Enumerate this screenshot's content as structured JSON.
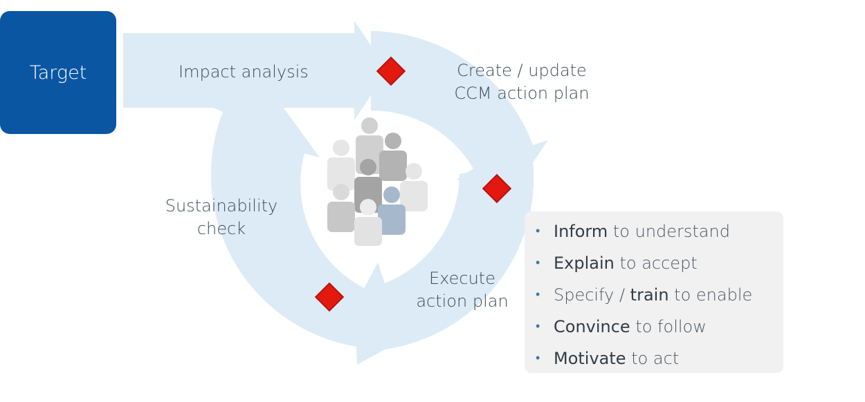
{
  "target": {
    "label": "Target"
  },
  "stages": {
    "impact": "Impact analysis",
    "create_line1": "Create / update",
    "create_line2": "CCM action plan",
    "sustain_line1": "Sustainability",
    "sustain_line2": "check",
    "execute_line1": "Execute",
    "execute_line2": "action plan"
  },
  "info_list": [
    {
      "pre": "",
      "keyword": "Inform",
      "post": " to understand"
    },
    {
      "pre": "",
      "keyword": "Explain",
      "post": " to accept"
    },
    {
      "pre": "Specify / ",
      "keyword": "train",
      "post": " to enable"
    },
    {
      "pre": "",
      "keyword": "Convince",
      "post": " to follow"
    },
    {
      "pre": "",
      "keyword": "Motivate",
      "post": " to act"
    }
  ],
  "colors": {
    "target": "#0a56a3",
    "cycle_arrow": "#ddebf6",
    "milestone": "#e3190f",
    "panel": "#f1f1f1",
    "bullet": "#3a78b8"
  },
  "icons": [
    "milestone-diamond-icon",
    "people-group-icon"
  ]
}
